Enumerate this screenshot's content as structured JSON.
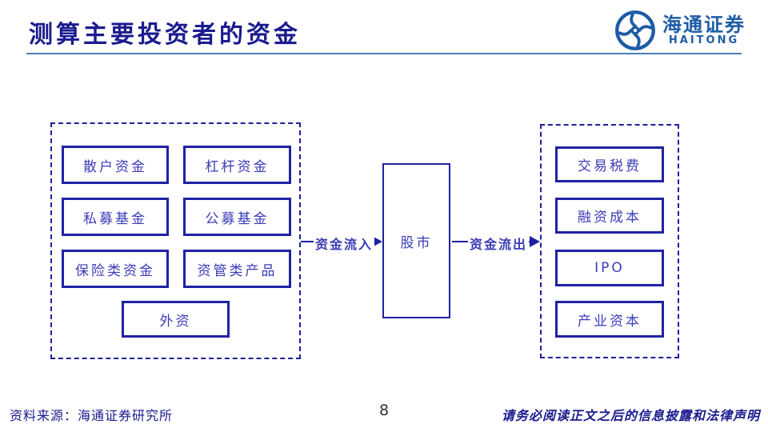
{
  "title": "测算主要投资者的资金",
  "logo": {
    "cn": "海通证券",
    "en": "HAITONG"
  },
  "diagram": {
    "inflow_items": [
      "散户资金",
      "杠杆资金",
      "私募基金",
      "公募基金",
      "保险类资金",
      "资管类产品",
      "外资"
    ],
    "center": "股市",
    "inflow_label": "资金流入",
    "outflow_label": "资金流出",
    "outflow_items": [
      "交易税费",
      "融资成本",
      "IPO",
      "产业资本"
    ]
  },
  "footer": {
    "source": "资料来源：海通证券研究所",
    "page": "8",
    "disclaimer": "请务必阅读正文之后的信息披露和法律声明"
  },
  "colors": {
    "title_navy": "#1b1b8f",
    "rule_blue": "#4a7ebb",
    "box_border_blue": "#2121a3",
    "box_text_blue": "#3b3bb8",
    "logo_blue": "#1d5ca5",
    "page_number_gray": "#333333"
  }
}
